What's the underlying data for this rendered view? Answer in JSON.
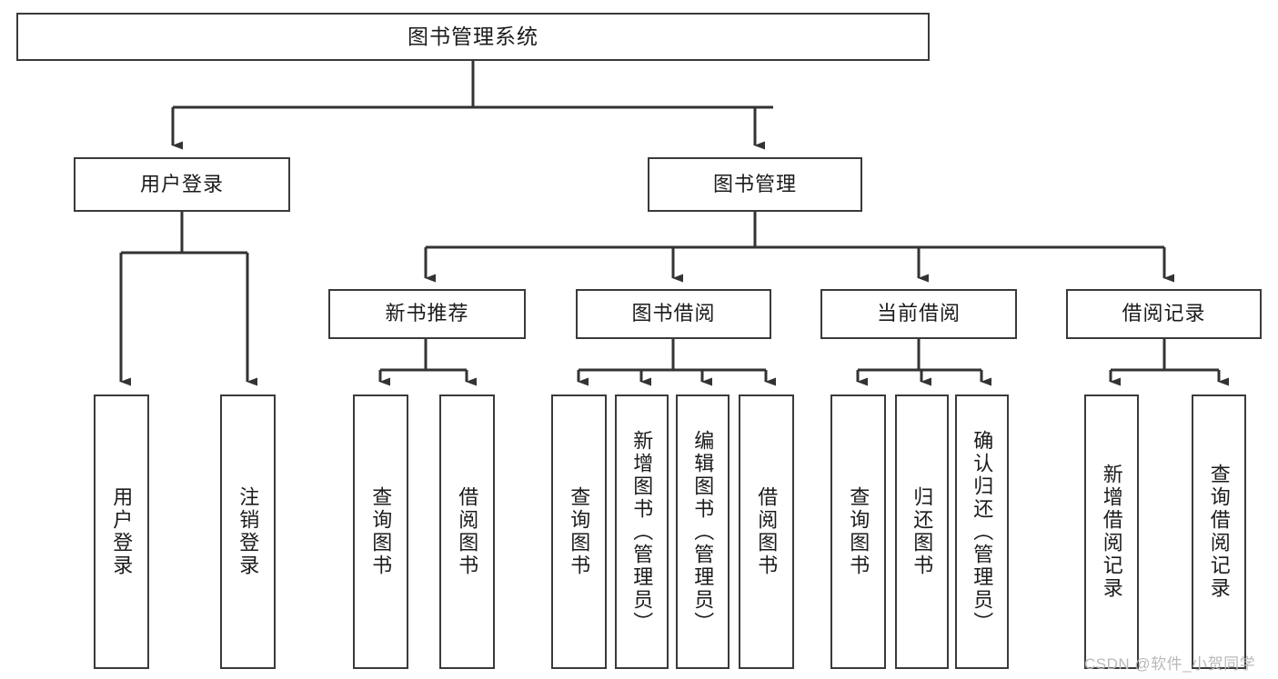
{
  "diagram": {
    "type": "tree-hierarchy",
    "title": "图书管理系统",
    "watermark": "CSDN @软件_小贺同学",
    "colors": {
      "border": "#3a3a3a",
      "background": "#ffffff",
      "text": "#1b1b1b",
      "watermark": "#b9b9b9"
    },
    "levels": {
      "root": {
        "label": "图书管理系统"
      },
      "level2": [
        {
          "label": "用户登录"
        },
        {
          "label": "图书管理"
        }
      ],
      "level3": [
        {
          "label": "新书推荐"
        },
        {
          "label": "图书借阅"
        },
        {
          "label": "当前借阅"
        },
        {
          "label": "借阅记录"
        }
      ],
      "leaves": [
        {
          "label": "用户登录",
          "parent": "用户登录"
        },
        {
          "label": "注销登录",
          "parent": "用户登录"
        },
        {
          "label": "查询图书",
          "parent": "新书推荐"
        },
        {
          "label": "借阅图书",
          "parent": "新书推荐"
        },
        {
          "label": "查询图书",
          "parent": "图书借阅"
        },
        {
          "label": "新增图书（管理员）",
          "parent": "图书借阅"
        },
        {
          "label": "编辑图书（管理员）",
          "parent": "图书借阅"
        },
        {
          "label": "借阅图书",
          "parent": "图书借阅"
        },
        {
          "label": "查询图书",
          "parent": "当前借阅"
        },
        {
          "label": "归还图书",
          "parent": "当前借阅"
        },
        {
          "label": "确认归还（管理员）",
          "parent": "当前借阅"
        },
        {
          "label": "新增借阅记录",
          "parent": "借阅记录"
        },
        {
          "label": "查询借阅记录",
          "parent": "借阅记录"
        }
      ]
    }
  }
}
